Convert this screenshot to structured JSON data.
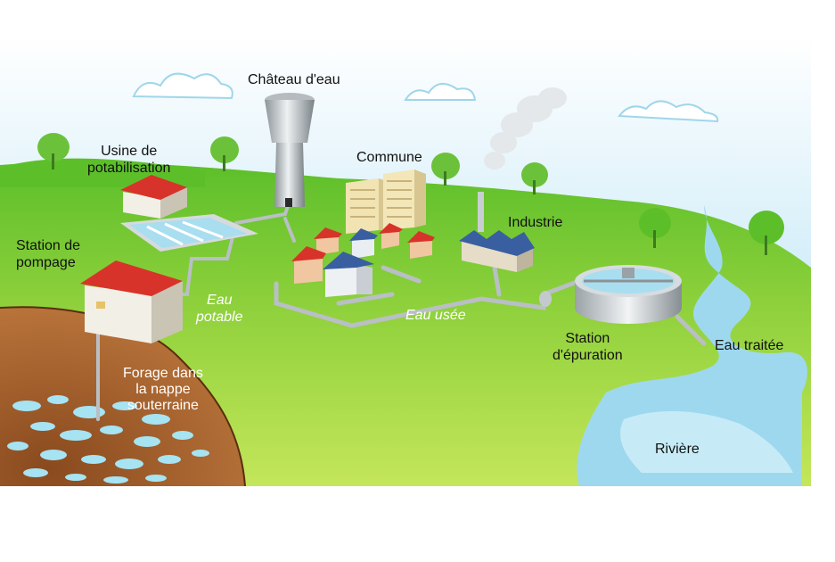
{
  "labels": {
    "chateau": "Château d'eau",
    "usine_line1": "Usine de",
    "usine_line2": "potabilisation",
    "commune": "Commune",
    "industrie": "Industrie",
    "station_pompage_line1": "Station de",
    "station_pompage_line2": "pompage",
    "eau_potable_line1": "Eau",
    "eau_potable_line2": "potable",
    "eau_usee": "Eau usée",
    "station_epuration_line1": "Station",
    "station_epuration_line2": "d'épuration",
    "eau_traitee": "Eau traitée",
    "forage_line1": "Forage dans",
    "forage_line2": "la nappe",
    "forage_line3": "souterraine",
    "riviere": "Rivière"
  },
  "colors": {
    "sky": "#d9f1fb",
    "grass_light": "#a6d94a",
    "grass_dark": "#5cbf2a",
    "soil": "#a15a2a",
    "soil_dark": "#7a3f17",
    "water": "#9ed8ee",
    "roof_red": "#d8332a",
    "roof_blue": "#3a5fa0",
    "building_cream": "#f1e3b2",
    "pipe": "#b9bfc4"
  }
}
